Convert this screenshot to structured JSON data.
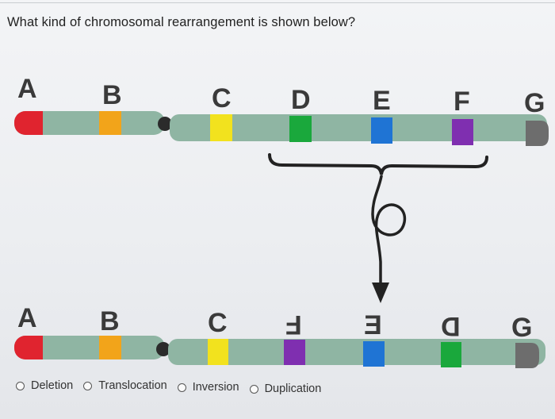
{
  "question": "What kind of chromosomal rearrangement is shown below?",
  "top_chromosome": {
    "labels": [
      "A",
      "B",
      "C",
      "D",
      "E",
      "F",
      "G"
    ]
  },
  "bottom_chromosome": {
    "labels": [
      "A",
      "B",
      "C",
      "F",
      "E",
      "D",
      "G"
    ]
  },
  "options": [
    {
      "label": "Deletion"
    },
    {
      "label": "Translocation"
    },
    {
      "label": "Inversion"
    },
    {
      "label": "Duplication"
    }
  ],
  "colors": {
    "chromosome": "#8fb5a3",
    "centromere": "#2b2b2b",
    "band_A": "#e0242f",
    "band_B": "#f2a41a",
    "band_C": "#f2e21e",
    "band_D": "#1aa83c",
    "band_E": "#1f74d4",
    "band_F": "#7f2fb0",
    "band_G": "#6d6d6d"
  }
}
